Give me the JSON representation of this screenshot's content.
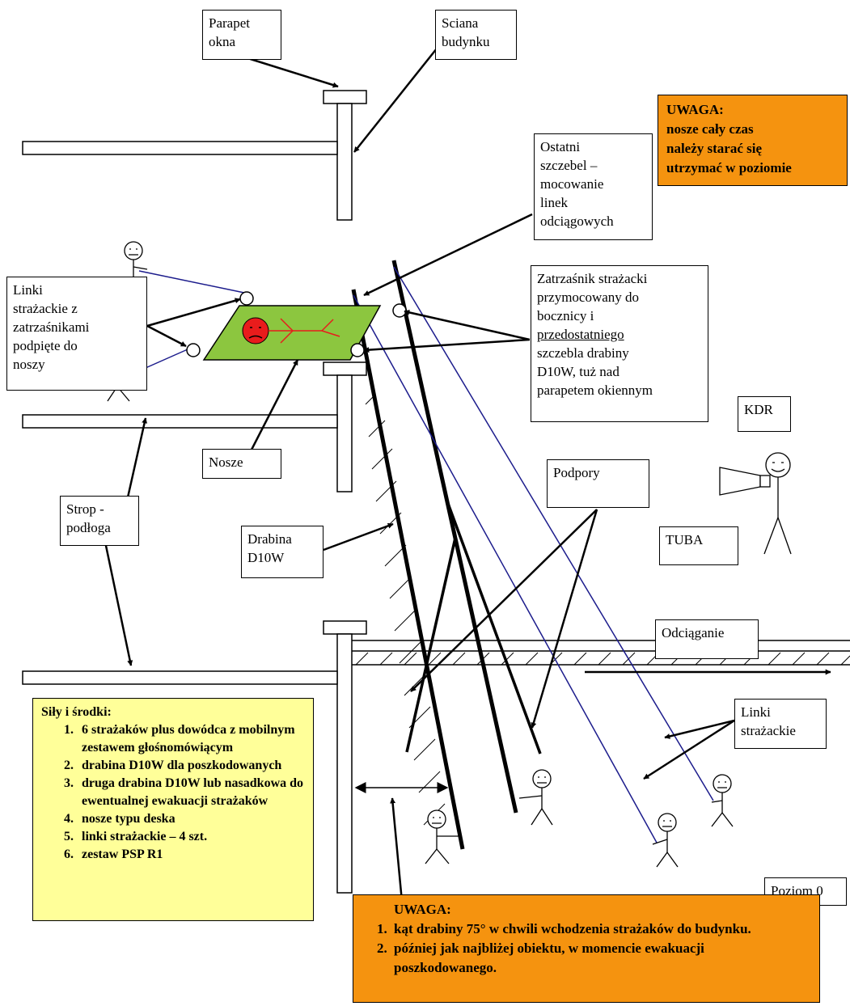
{
  "labels": {
    "parapet": "Parapet\nokna",
    "wall": "Sciana\nbudynku",
    "last_rung": "Ostatni\nszczebel –\nmocowanie\nlinek\nodciągowych",
    "carabiner_pre": "Zatrzaśnik strażacki\nprzymocowany do\nbocznicy i\n",
    "carabiner_underlined": "przedostatniego",
    "carabiner_post": "\nszczebla drabiny\nD10W, tuż nad\nparapetem okiennym",
    "ropes_stretcher": "Linki\nstrażackie z\nzatrzaśnikami\npodpięte do\nnoszy",
    "stretcher": "Nosze",
    "floor": "Strop -\npodłoga",
    "ladder": "Drabina\nD10W",
    "supports": "Podpory",
    "kdr": "KDR",
    "tuba": "TUBA",
    "pulling": "Odciąganie",
    "ropes": "Linki\nstrażackie",
    "level0": "Poziom 0"
  },
  "warning_top": {
    "title": "UWAGA:",
    "lines": [
      "nosze cały czas",
      "należy starać się",
      "utrzymać w poziomie"
    ]
  },
  "warning_bottom": {
    "title": "UWAGA:",
    "items": [
      "kąt drabiny 75° w chwili wchodzenia strażaków do budynku.",
      "później jak najbliżej obiektu, w momencie ewakuacji poszkodowanego."
    ]
  },
  "resources": {
    "title": "Siły i środki:",
    "items": [
      "6 strażaków plus dowódca z mobilnym zestawem głośnomówiącym",
      "drabina D10W dla poszkodowanych",
      "druga drabina D10W lub nasadkowa do ewentualnej ewakuacji strażaków",
      "nosze typu deska",
      "linki strażackie – 4 szt.",
      "zestaw PSP R1"
    ]
  },
  "colors": {
    "warning": "#f5930f",
    "resources": "#ffff99",
    "stretcher": "#8cc63f",
    "victim_head": "#e81c1c",
    "rope": "#1c1c8c"
  }
}
